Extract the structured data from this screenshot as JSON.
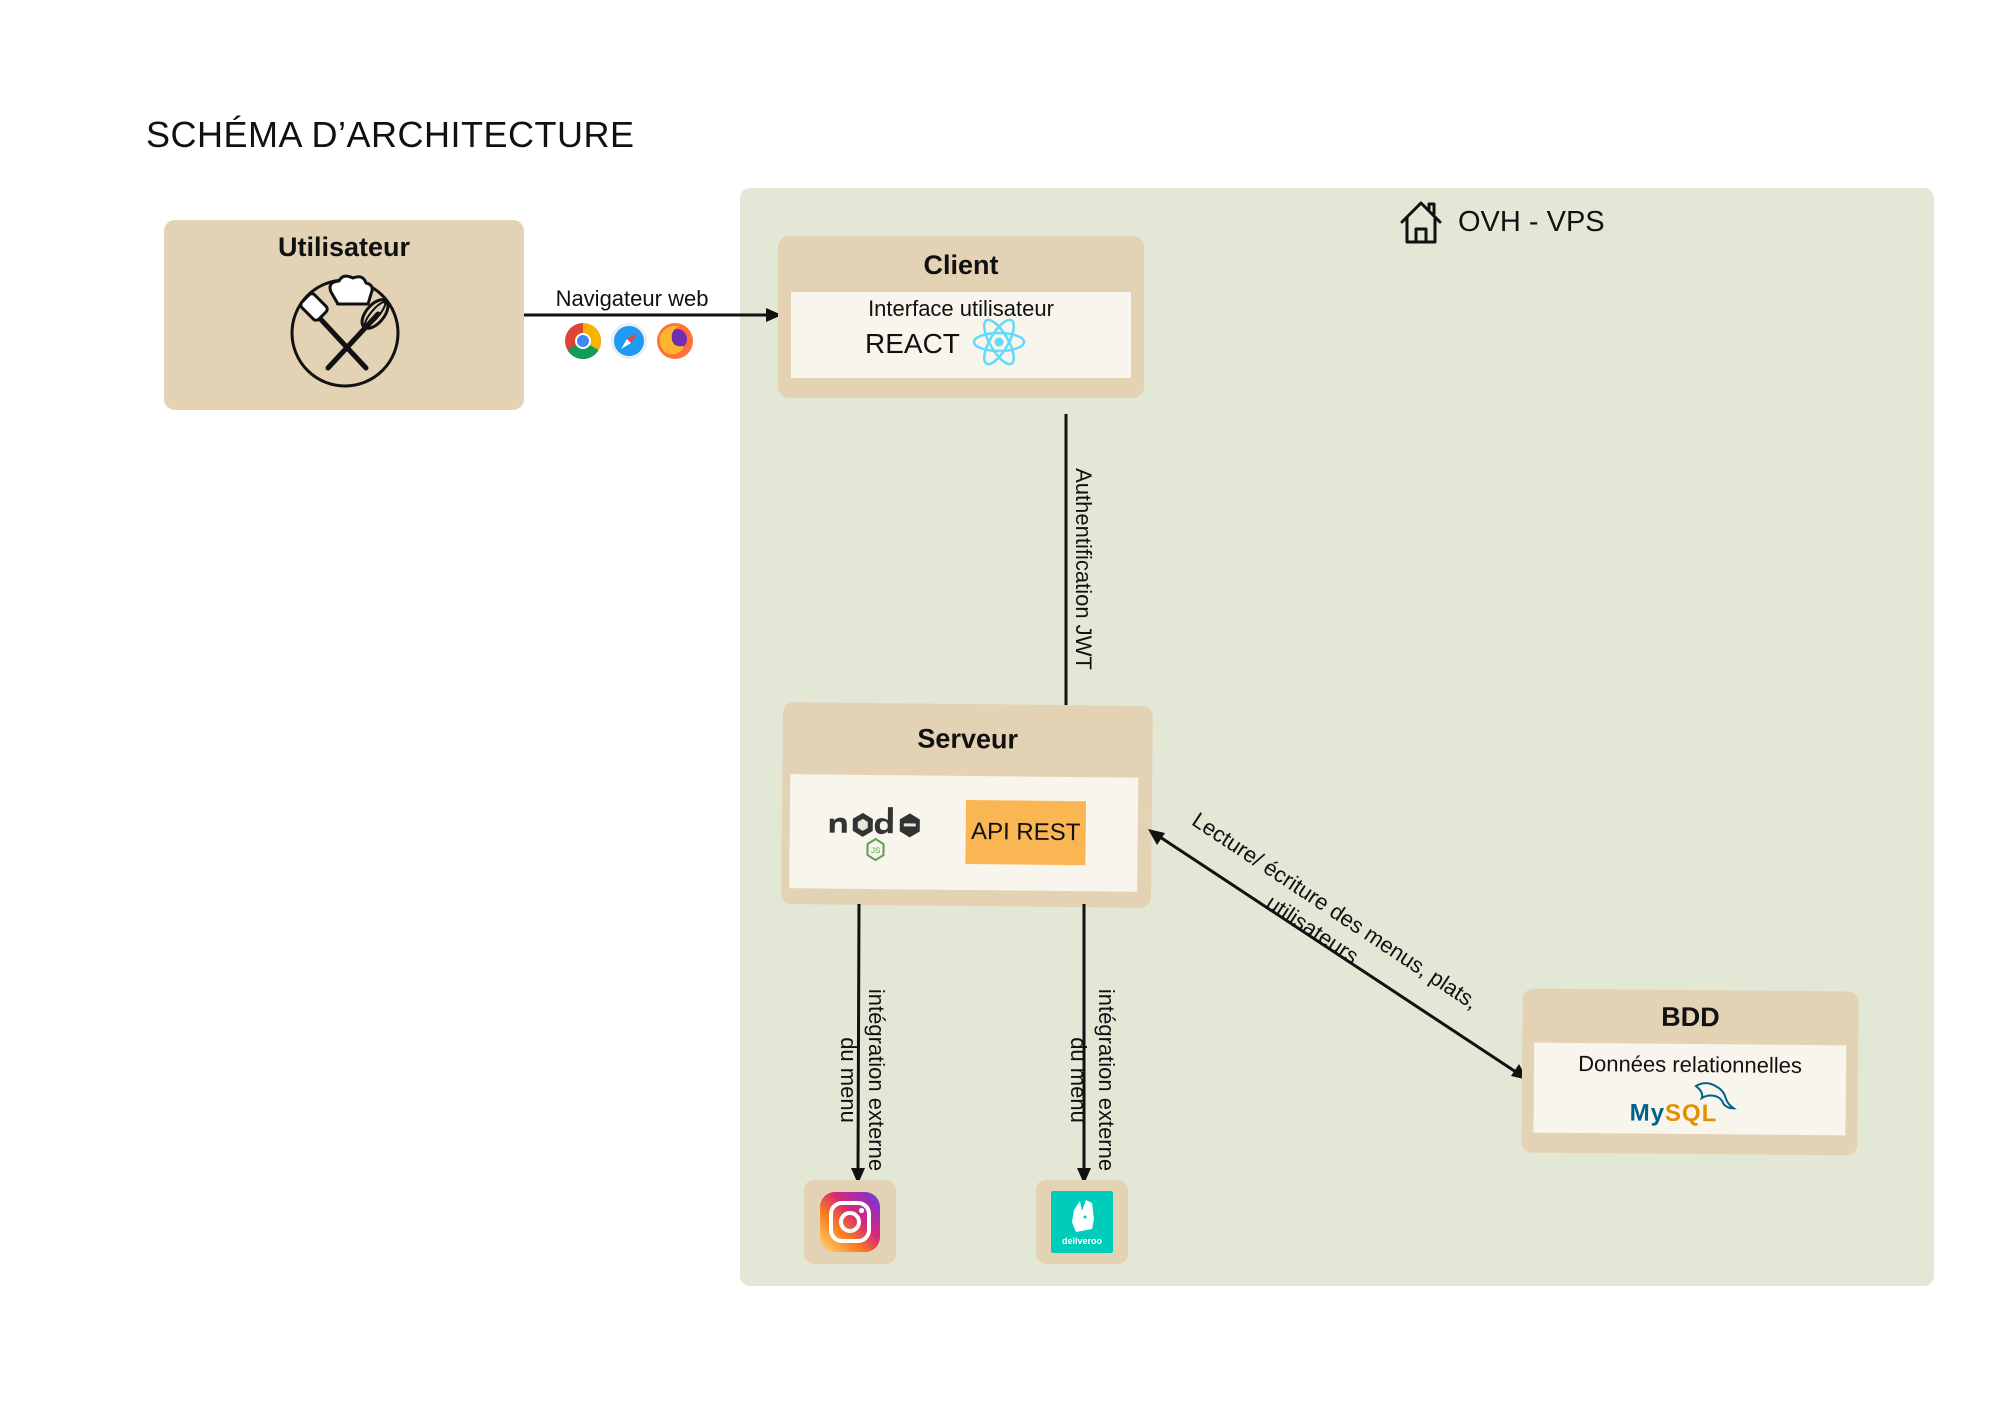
{
  "title": "SCHÉMA D’ARCHITECTURE",
  "vps": {
    "label": "OVH - VPS",
    "icon": "house-icon"
  },
  "user_box": {
    "title": "Utilisateur",
    "icon": "chef-utensils-icon"
  },
  "client_box": {
    "title": "Client",
    "subtitle": "Interface utilisateur",
    "tech": "REACT",
    "icon": "react-icon"
  },
  "server_box": {
    "title": "Serveur",
    "tech_icon": "nodejs-logo",
    "api_label": "API REST"
  },
  "db_box": {
    "title": "BDD",
    "subtitle": "Données relationnelles",
    "logo_text": "MySQL"
  },
  "arrows": {
    "browser": {
      "label": "Navigateur web",
      "icons": [
        "chrome-icon",
        "safari-icon",
        "firefox-icon"
      ]
    },
    "auth": {
      "label": "Authentification JWT"
    },
    "db_rw": {
      "line1": "Lecture/ écriture des menus, plats,",
      "line2": "utilisateurs"
    },
    "instagram": {
      "line1": "intégration externe",
      "line2": "du menu"
    },
    "deliveroo": {
      "line1": "intégration externe",
      "line2": "du menu"
    }
  },
  "external": {
    "instagram_icon": "instagram-icon",
    "deliveroo_text": "deliveroo"
  },
  "colors": {
    "box": "#e3d3b4",
    "inner": "#f8f5ec",
    "vps_zone": "#e3e8d6",
    "api": "#fbb654",
    "react": "#61dafb",
    "deliveroo": "#00ccbc",
    "mysql_blue": "#00618a",
    "mysql_orange": "#e48e00"
  }
}
